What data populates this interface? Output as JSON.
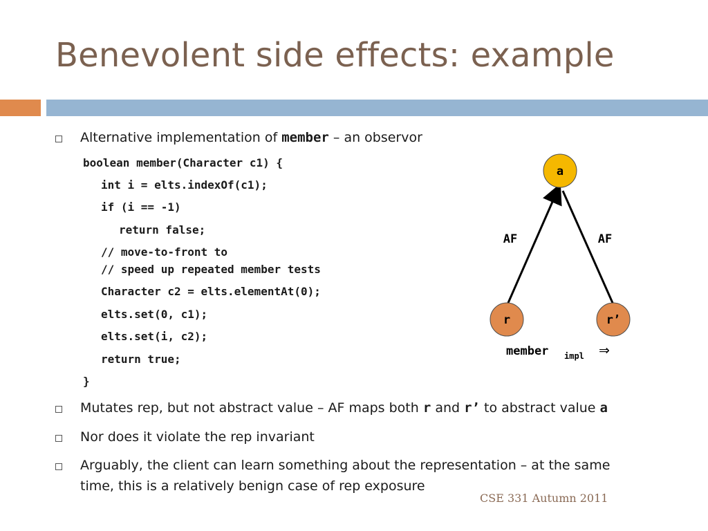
{
  "title": "Benevolent side effects: example",
  "bullets": {
    "b1": {
      "prefix": "Alternative implementation of ",
      "code": "member",
      "suffix": " – an observor"
    },
    "b2": {
      "t1": "Mutates rep, but not abstract value – AF maps both ",
      "c1": "r",
      "t2": " and ",
      "c2": "r’",
      "t3": " to abstract value ",
      "c3": "a"
    },
    "b3": {
      "text": "Nor does it violate the rep invariant"
    },
    "b4": {
      "line1": "Arguably, the client can learn something about the representation – at the same",
      "line2": "time, this is a relatively benign case of rep exposure"
    }
  },
  "code": {
    "l1": "boolean member(Character c1) {",
    "l2": "int i = elts.indexOf(c1);",
    "l3": "if (i == -1)",
    "l4": "return false;",
    "l5": "// move-to-front to",
    "l6": "// speed up repeated member tests",
    "l7": "Character c2 = elts.elementAt(0);",
    "l8": "elts.set(0, c1);",
    "l9": "elts.set(i, c2);",
    "l10": "return true;",
    "l11": "}"
  },
  "diagram": {
    "node_top": "a",
    "node_left": "r",
    "node_right": "r’",
    "edge_left_label": "AF",
    "edge_right_label": "AF",
    "caption_main": "member",
    "caption_sub": "impl",
    "caption_arrow": "⇒",
    "colors": {
      "top": "#f5b800",
      "bottom": "#e08a4d"
    }
  },
  "footer": "CSE 331 Autumn 2011"
}
